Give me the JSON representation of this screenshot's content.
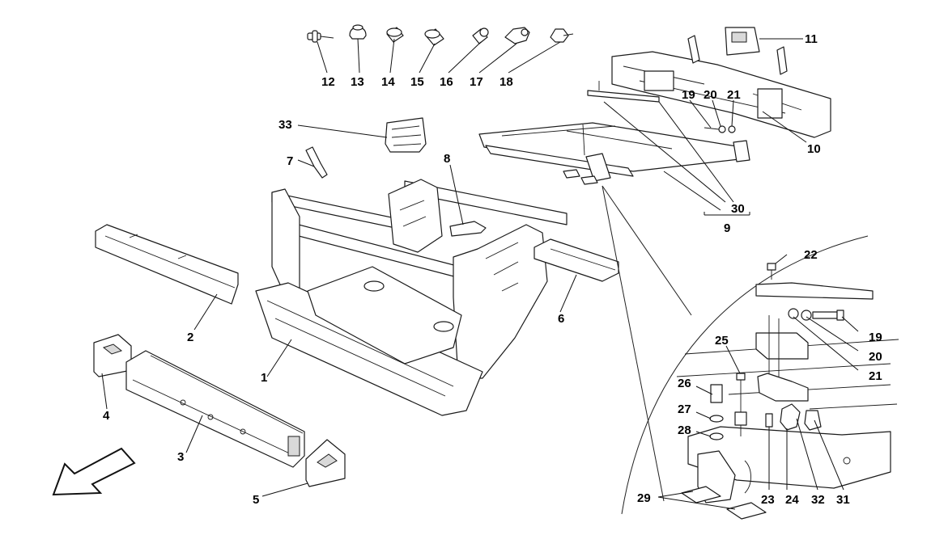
{
  "diagram": {
    "callouts": [
      {
        "id": "c1",
        "label": "1"
      },
      {
        "id": "c2",
        "label": "2"
      },
      {
        "id": "c3",
        "label": "3"
      },
      {
        "id": "c4",
        "label": "4"
      },
      {
        "id": "c5",
        "label": "5"
      },
      {
        "id": "c6",
        "label": "6"
      },
      {
        "id": "c7",
        "label": "7"
      },
      {
        "id": "c8",
        "label": "8"
      },
      {
        "id": "c9",
        "label": "9"
      },
      {
        "id": "c10",
        "label": "10"
      },
      {
        "id": "c11",
        "label": "11"
      },
      {
        "id": "c12",
        "label": "12"
      },
      {
        "id": "c13",
        "label": "13"
      },
      {
        "id": "c14",
        "label": "14"
      },
      {
        "id": "c15",
        "label": "15"
      },
      {
        "id": "c16",
        "label": "16"
      },
      {
        "id": "c17",
        "label": "17"
      },
      {
        "id": "c18",
        "label": "18"
      },
      {
        "id": "c19a",
        "label": "19"
      },
      {
        "id": "c20a",
        "label": "20"
      },
      {
        "id": "c21a",
        "label": "21"
      },
      {
        "id": "c19b",
        "label": "19"
      },
      {
        "id": "c20b",
        "label": "20"
      },
      {
        "id": "c21b",
        "label": "21"
      },
      {
        "id": "c22",
        "label": "22"
      },
      {
        "id": "c23",
        "label": "23"
      },
      {
        "id": "c24",
        "label": "24"
      },
      {
        "id": "c25",
        "label": "25"
      },
      {
        "id": "c26",
        "label": "26"
      },
      {
        "id": "c27",
        "label": "27"
      },
      {
        "id": "c28",
        "label": "28"
      },
      {
        "id": "c29",
        "label": "29"
      },
      {
        "id": "c30",
        "label": "30"
      },
      {
        "id": "c31",
        "label": "31"
      },
      {
        "id": "c32",
        "label": "32"
      },
      {
        "id": "c33",
        "label": "33"
      }
    ]
  }
}
